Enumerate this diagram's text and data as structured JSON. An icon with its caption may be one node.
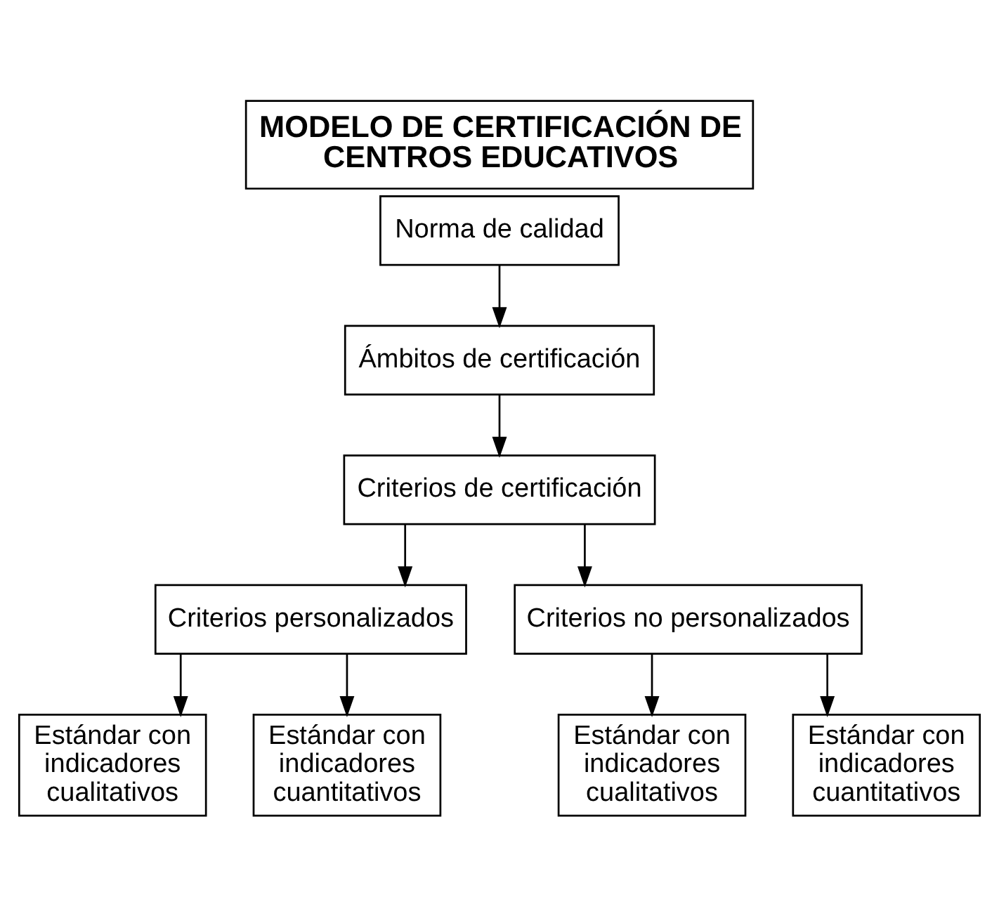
{
  "diagram": {
    "title": "MODELO DE CERTIFICACIÓN DE CENTROS EDUCATIVOS",
    "nodes": [
      {
        "text": [
          "Norma de calidad"
        ]
      },
      {
        "text": [
          "Ámbitos de certificación"
        ]
      },
      {
        "text": [
          "Criterios de certificación"
        ]
      },
      {
        "text": [
          "Criterios personalizados"
        ]
      },
      {
        "text": [
          "Criterios no personalizados"
        ]
      },
      {
        "text": [
          "Estándar con indicadores cualitativos"
        ]
      },
      {
        "text": [
          "Estándar con indicadores cuantitativos"
        ]
      },
      {
        "text": [
          "Estándar con indicadores cualitativos"
        ]
      },
      {
        "text": [
          "Estándar con indicadores cuantitativos"
        ]
      }
    ],
    "edges": [
      {
        "from": 0,
        "to": 1,
        "arrow": "to"
      },
      {
        "from": 1,
        "to": 2,
        "arrow": "to"
      },
      {
        "from": 2,
        "to": 3,
        "arrow": "to"
      },
      {
        "from": 2,
        "to": 4,
        "arrow": "to"
      },
      {
        "from": 3,
        "to": 5,
        "arrow": "to"
      },
      {
        "from": 3,
        "to": 6,
        "arrow": "to"
      },
      {
        "from": 4,
        "to": 7,
        "arrow": "to"
      },
      {
        "from": 4,
        "to": 8,
        "arrow": "to"
      }
    ]
  }
}
